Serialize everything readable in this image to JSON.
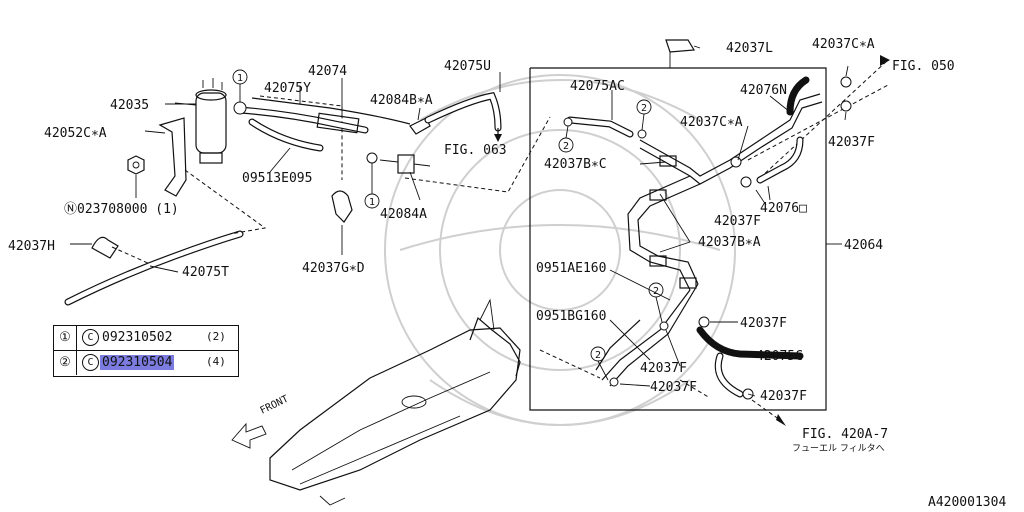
{
  "labels": {
    "p42035": "42035",
    "p42052c": "42052C∗A",
    "n023708": "Ⓝ023708000 (1)",
    "p42037h": "42037H",
    "p42075t": "42075T",
    "p42074": "42074",
    "p42075y": "42075Y",
    "p42084b": "42084B∗A",
    "p09513": "09513E095",
    "p42084a": "42084A",
    "p42037g": "42037G∗D",
    "p42075u": "42075U",
    "fig063": "FIG. 063",
    "p42037l": "42037L",
    "p42037c_top": "42037C∗A",
    "fig050": "FIG. 050",
    "p42075ac": "42075AC",
    "p42076n": "42076N",
    "p42037c_mid": "42037C∗A",
    "p42037f_tr": "42037F",
    "p42037b_c": "42037B∗C",
    "p42037f_mid": "42037F",
    "p42076o": "42076□",
    "p42037b_a": "42037B∗A",
    "p42064": "42064",
    "p0951ae": "0951AE160",
    "p0951bg": "0951BG160",
    "p42037f_r": "42037F",
    "p42037f_c": "42037F",
    "p42075c": "42075C",
    "p42037f_bl": "42037F",
    "p42037f_br": "42037F",
    "fig420": "FIG. 420A-7",
    "fig420_jp": "フューエル フィルタへ",
    "front": "FRONT",
    "doc_id": "A420001304",
    "circ1": "1",
    "circ2": "2"
  },
  "legend": {
    "rows": [
      {
        "key": "①",
        "c": "C",
        "part": "092310502",
        "qty": "(2)"
      },
      {
        "key": "②",
        "c": "C",
        "part": "092310504",
        "qty": "(4)"
      }
    ]
  }
}
